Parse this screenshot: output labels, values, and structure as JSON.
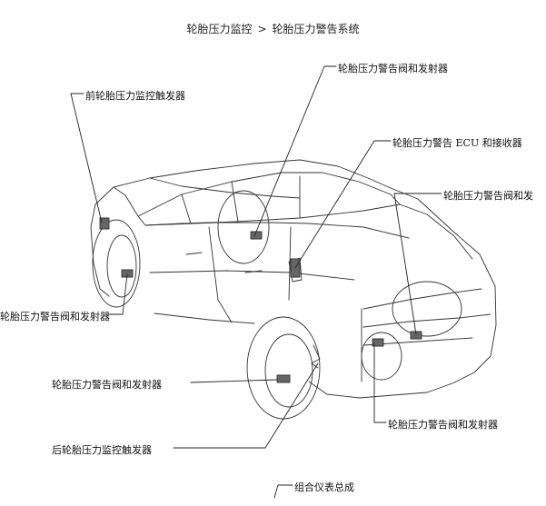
{
  "breadcrumb": {
    "parent": "轮胎压力监控",
    "separator": ">",
    "current": "轮胎压力警告系统"
  },
  "callouts": {
    "front_trigger": "前轮胎压力监控触发器",
    "valve_top": "轮胎压力警告阀和发射器",
    "ecu_receiver": "轮胎压力警告 ECU 和接收器",
    "valve_right": "轮胎压力警告阀和发",
    "valve_front_left": "轮胎压力警告阀和发射器",
    "valve_rear_left": "轮胎压力警告阀和发射器",
    "valve_rear_right": "轮胎压力警告阀和发射器",
    "rear_trigger": "后轮胎压力监控触发器",
    "meter_assembly": "组合仪表总成"
  }
}
